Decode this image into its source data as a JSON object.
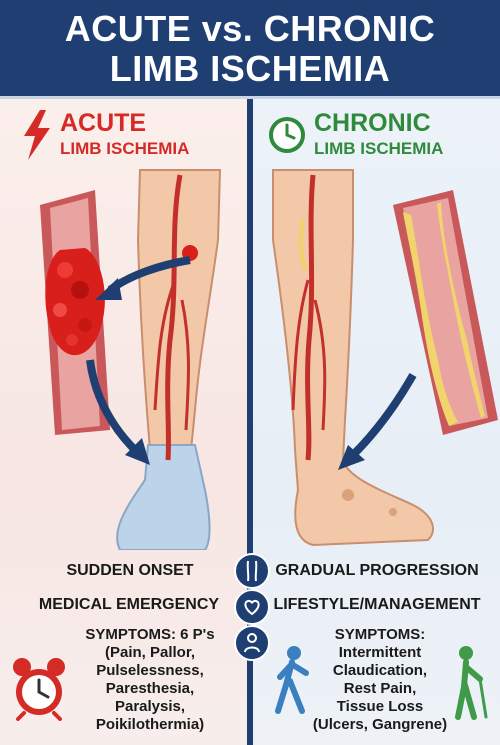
{
  "header": {
    "line1": "ACUTE vs. CHRONIC",
    "line2": "LIMB ISCHEMIA"
  },
  "acute": {
    "title": "ACUTE",
    "subtitle": "LIMB ISCHEMIA",
    "onset": "SUDDEN ONSET",
    "urgency": "MEDICAL EMERGENCY",
    "symptoms": [
      "SYMPTOMS: 6 P's",
      "(Pain, Pallor,",
      "Pulselessness,",
      "Paresthesia,",
      "Paralysis,",
      "Poikilothermia)"
    ]
  },
  "chronic": {
    "title": "CHRONIC",
    "subtitle": "LIMB ISCHEMIA",
    "onset": "GRADUAL PROGRESSION",
    "urgency": "LIFESTYLE/MANAGEMENT",
    "symptoms": [
      "SYMPTOMS:",
      "Intermittent",
      "Claudication,",
      "Rest Pain,",
      "Tissue Loss",
      "(Ulcers, Gangrene)"
    ]
  },
  "colors": {
    "header_bg": "#1f3f73",
    "acute_red": "#d52b26",
    "chronic_green": "#2f8a3c"
  },
  "icons": {
    "acute": "lightning-icon",
    "chronic": "clock-icon",
    "alarm": "alarm-clock-icon",
    "walker": "walking-person-icon",
    "cane_walker": "person-with-cane-icon",
    "center": [
      "limb-icon",
      "heart-hand-icon",
      "person-pain-icon"
    ]
  }
}
